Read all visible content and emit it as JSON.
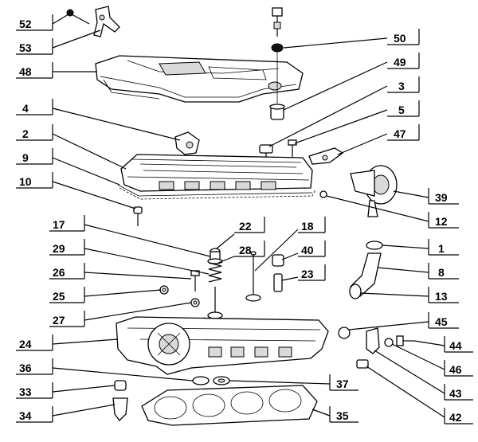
{
  "diagram": {
    "labels": {
      "l52": "52",
      "l53": "53",
      "l48": "48",
      "l4": "4",
      "l2": "2",
      "l9": "9",
      "l10": "10",
      "l17": "17",
      "l29": "29",
      "l26": "26",
      "l25": "25",
      "l27": "27",
      "l24": "24",
      "l36": "36",
      "l33": "33",
      "l34": "34",
      "l22": "22",
      "l28": "28",
      "l18": "18",
      "l40": "40",
      "l23": "23",
      "l50": "50",
      "l49": "49",
      "l3": "3",
      "l5": "5",
      "l47": "47",
      "l39": "39",
      "l12": "12",
      "l1": "1",
      "l8": "8",
      "l13": "13",
      "l45": "45",
      "l44": "44",
      "l46": "46",
      "l43": "43",
      "l42": "42",
      "l37": "37",
      "l35": "35"
    }
  }
}
